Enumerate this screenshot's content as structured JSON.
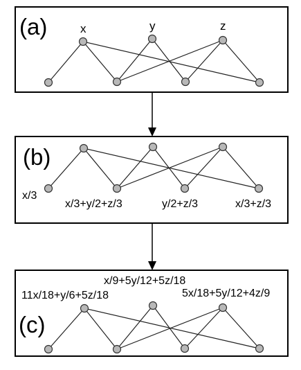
{
  "panels": [
    {
      "label": "(a)",
      "top_labels": [
        "x",
        "y",
        "z"
      ],
      "bottom_labels": []
    },
    {
      "label": "(b)",
      "top_labels": [],
      "bottom_labels": [
        "x/3",
        "x/3+y/2+z/3",
        "y/2+z/3",
        "x/3+z/3"
      ]
    },
    {
      "label": "(c)",
      "top_labels": [
        "11x/18+y/6+5z/18",
        "x/9+5y/12+5z/18",
        "5x/18+5y/12+4z/9"
      ],
      "bottom_labels": []
    }
  ],
  "graph": {
    "top_nodes": 3,
    "bottom_nodes": 4,
    "edges": [
      [
        0,
        0
      ],
      [
        0,
        1
      ],
      [
        0,
        3
      ],
      [
        1,
        1
      ],
      [
        1,
        2
      ],
      [
        2,
        1
      ],
      [
        2,
        2
      ],
      [
        2,
        3
      ]
    ],
    "node_color": "#b8b8b8",
    "edge_color": "#222222"
  }
}
